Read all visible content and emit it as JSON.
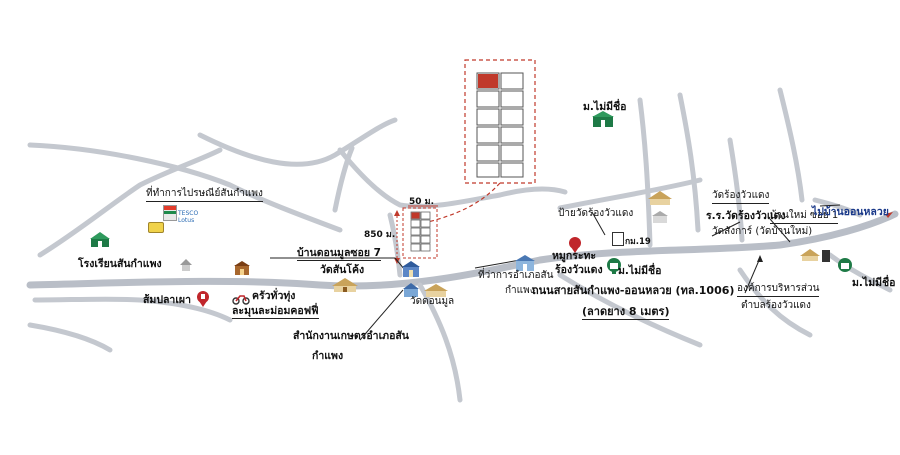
{
  "map": {
    "colors": {
      "road": "#c4c8cf",
      "main_road": "#b9bec7",
      "plot_box": "#c0392b",
      "sold_plot": "#c0392b",
      "icon_green": "#1e7a46",
      "icon_red": "#c0262b",
      "temple": "#c9a35a"
    },
    "labels": {
      "post_office": "ที่ทำการไปรษณีย์สันกำแพง",
      "tesco_lotus": "TESCO Lotus",
      "school": "โรงเรียนสันกำแพง",
      "khrua_thung": "ครัวทั่วทุ่ง",
      "som_pla_pao": "ส้มปลาเผา",
      "kamnan_coffee": "ละมุนละม่อมคอฟฟี่",
      "ban_don_mun_soi7": "บ้านดอนมูลซอย 7",
      "wat_san_khong": "วัดสันโค้ง",
      "dist_50": "50 ม.",
      "dist_850": "850 ม.",
      "wat_don_mun": "วัดดอนมูล",
      "agri_office_1": "สำนักงานเกษตรอำเภอสัน",
      "agri_office_2": "กำแพง",
      "district_office_1": "ที่ว่าการอำเภอสัน",
      "district_office_2": "กำแพง",
      "mu_kata": "หมูกระทะ",
      "rong_wua_daeng": "ร้องวัวแดง",
      "mu_mai_mi_chue_1": "ม.ไม่มีชื่อ",
      "mu_mai_mi_chue_2": "ม.ไม่มีชื่อ",
      "mu_mai_mi_chue_3": "ม.ไม่มีชื่อ",
      "road_name": "ถนนสายสันกำแพง-ออนหลวย (ทล.1006)",
      "road_width": "(ลาดยาง 8 เมตร)",
      "bus_stop": "ป้ายวัดร้องวัวแดง",
      "km19": "กม.19",
      "wat_rong_wua_daeng": "วัดร้องวัวแดง",
      "rong_wua_daeng_school": "ร.ร.วัดร้องวัวแดง",
      "wat_sangkan": "วัดสังการ์ (วัดบ้านใหม่)",
      "ban_mai_soi": "บ้านใหม่ ซอย 1",
      "to_on_luai": "ไปบ้านออนหลวย",
      "tao_1": "องค์การบริหารส่วน",
      "tao_2": "ตำบลร้องวัวแดง"
    }
  }
}
